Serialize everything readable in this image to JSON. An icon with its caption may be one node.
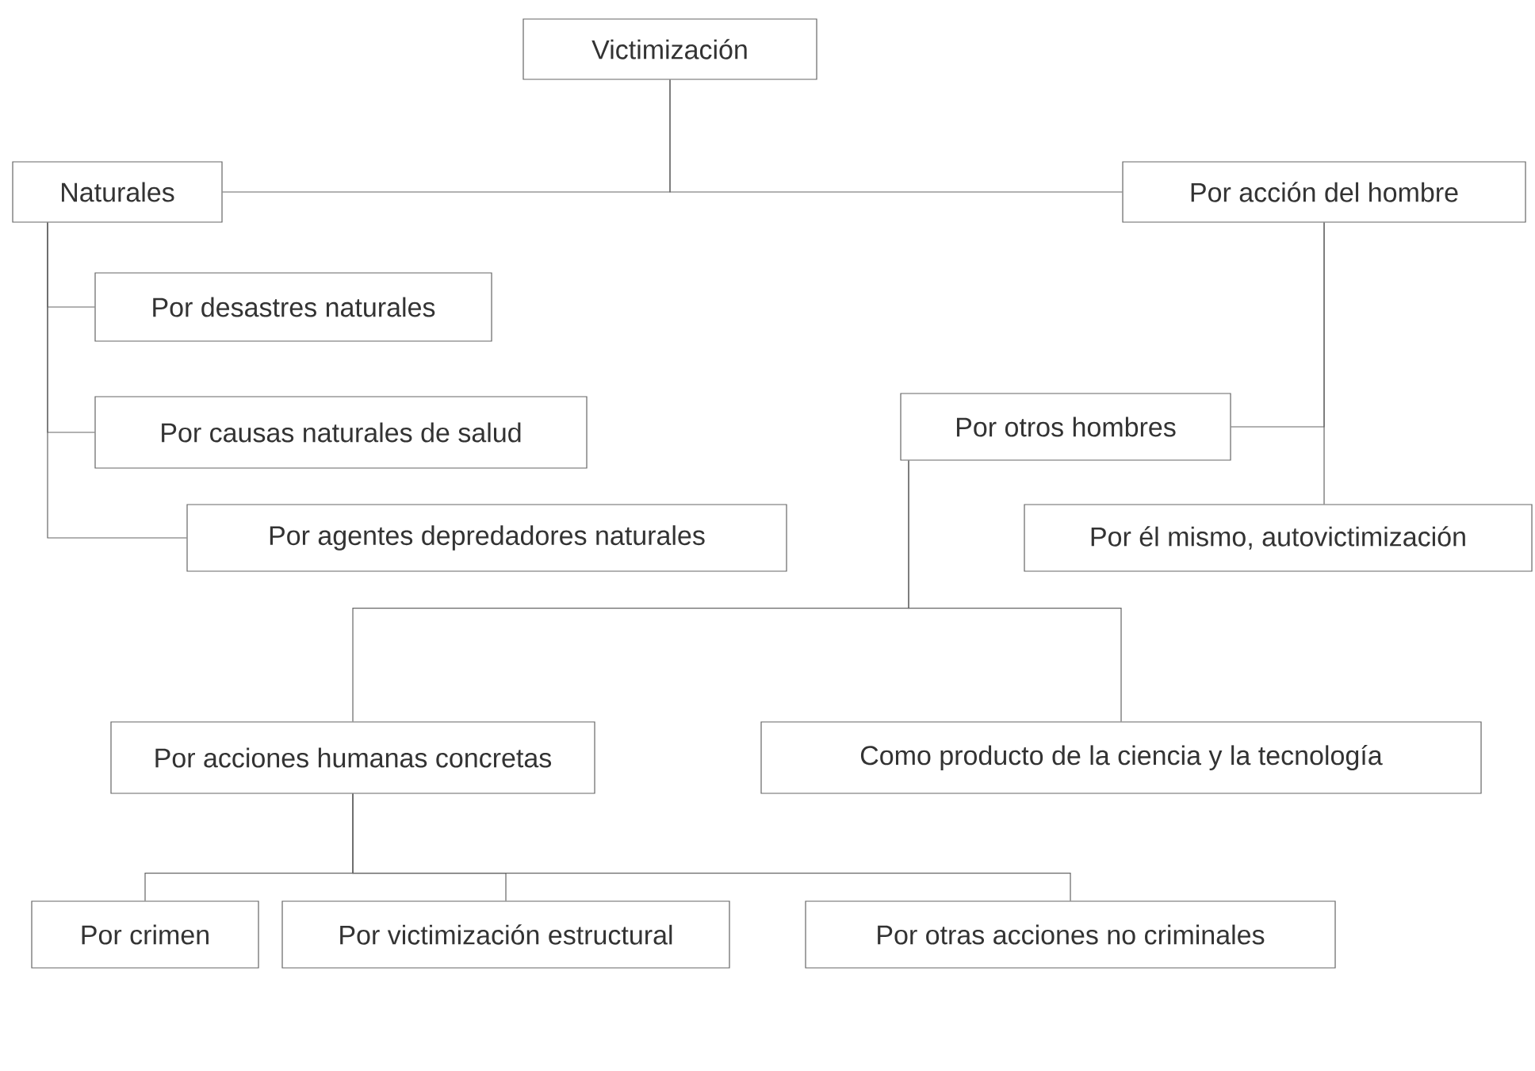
{
  "diagram": {
    "nodes": [
      {
        "text": [
          "Victimización"
        ]
      },
      {
        "text": [
          "Naturales"
        ]
      },
      {
        "text": [
          "Por acción del hombre"
        ]
      },
      {
        "text": [
          "Por desastres naturales"
        ]
      },
      {
        "text": [
          "Por causas naturales de salud"
        ]
      },
      {
        "text": [
          "Por agentes depredadores naturales"
        ]
      },
      {
        "text": [
          "Por otros hombres"
        ]
      },
      {
        "text": [
          "Por él mismo, autovictimización"
        ]
      },
      {
        "text": [
          "Por acciones humanas concretas"
        ]
      },
      {
        "text": [
          "Como producto de la ciencia y la tecnología"
        ]
      },
      {
        "text": [
          "Por crimen"
        ]
      },
      {
        "text": [
          "Por victimización estructural"
        ]
      },
      {
        "text": [
          "Por otras acciones no criminales"
        ]
      }
    ],
    "edges": [
      {
        "from": 0,
        "to": 1,
        "arrow": "none"
      },
      {
        "from": 0,
        "to": 2,
        "arrow": "none"
      },
      {
        "from": 1,
        "to": 3,
        "arrow": "none"
      },
      {
        "from": 1,
        "to": 4,
        "arrow": "none"
      },
      {
        "from": 1,
        "to": 5,
        "arrow": "none"
      },
      {
        "from": 2,
        "to": 6,
        "arrow": "none"
      },
      {
        "from": 2,
        "to": 7,
        "arrow": "none"
      },
      {
        "from": 6,
        "to": 8,
        "arrow": "none"
      },
      {
        "from": 6,
        "to": 9,
        "arrow": "none"
      },
      {
        "from": 8,
        "to": 10,
        "arrow": "none"
      },
      {
        "from": 8,
        "to": 11,
        "arrow": "none"
      },
      {
        "from": 8,
        "to": 12,
        "arrow": "none"
      }
    ]
  }
}
